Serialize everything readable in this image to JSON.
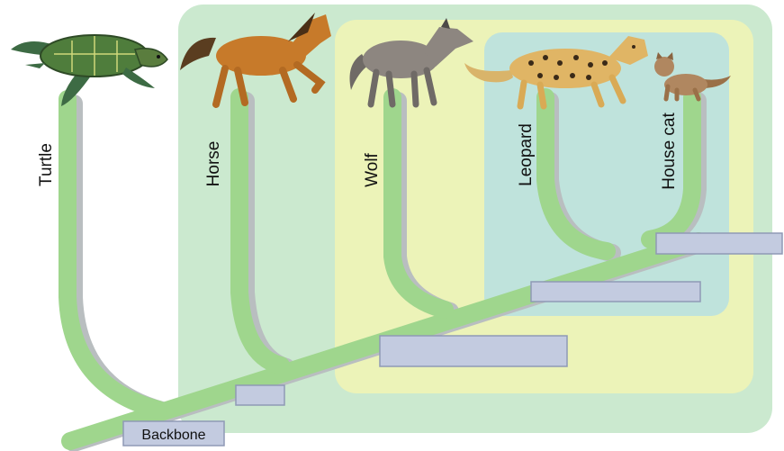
{
  "diagram": {
    "taxa": [
      {
        "id": "turtle",
        "label": "Turtle"
      },
      {
        "id": "horse",
        "label": "Horse"
      },
      {
        "id": "wolf",
        "label": "Wolf"
      },
      {
        "id": "leopard",
        "label": "Leopard"
      },
      {
        "id": "housecat",
        "label": "House cat"
      }
    ],
    "trait_boxes": [
      {
        "id": "backbone",
        "label": "Backbone"
      },
      {
        "id": "trait-2",
        "label": ""
      },
      {
        "id": "trait-3",
        "label": ""
      },
      {
        "id": "trait-4",
        "label": ""
      },
      {
        "id": "trait-5",
        "label": ""
      }
    ],
    "colors": {
      "region_outer": "#cbe9cf",
      "region_middle": "#ecf3b8",
      "region_inner": "#bfe3dc",
      "branch": "#9fd68d",
      "branch_shadow": "#b9bec0",
      "trait_box": "#c3cbe0",
      "trait_box_border": "#8f99b5"
    },
    "icons": [
      "turtle-icon",
      "horse-icon",
      "wolf-icon",
      "leopard-icon",
      "house-cat-icon"
    ]
  }
}
